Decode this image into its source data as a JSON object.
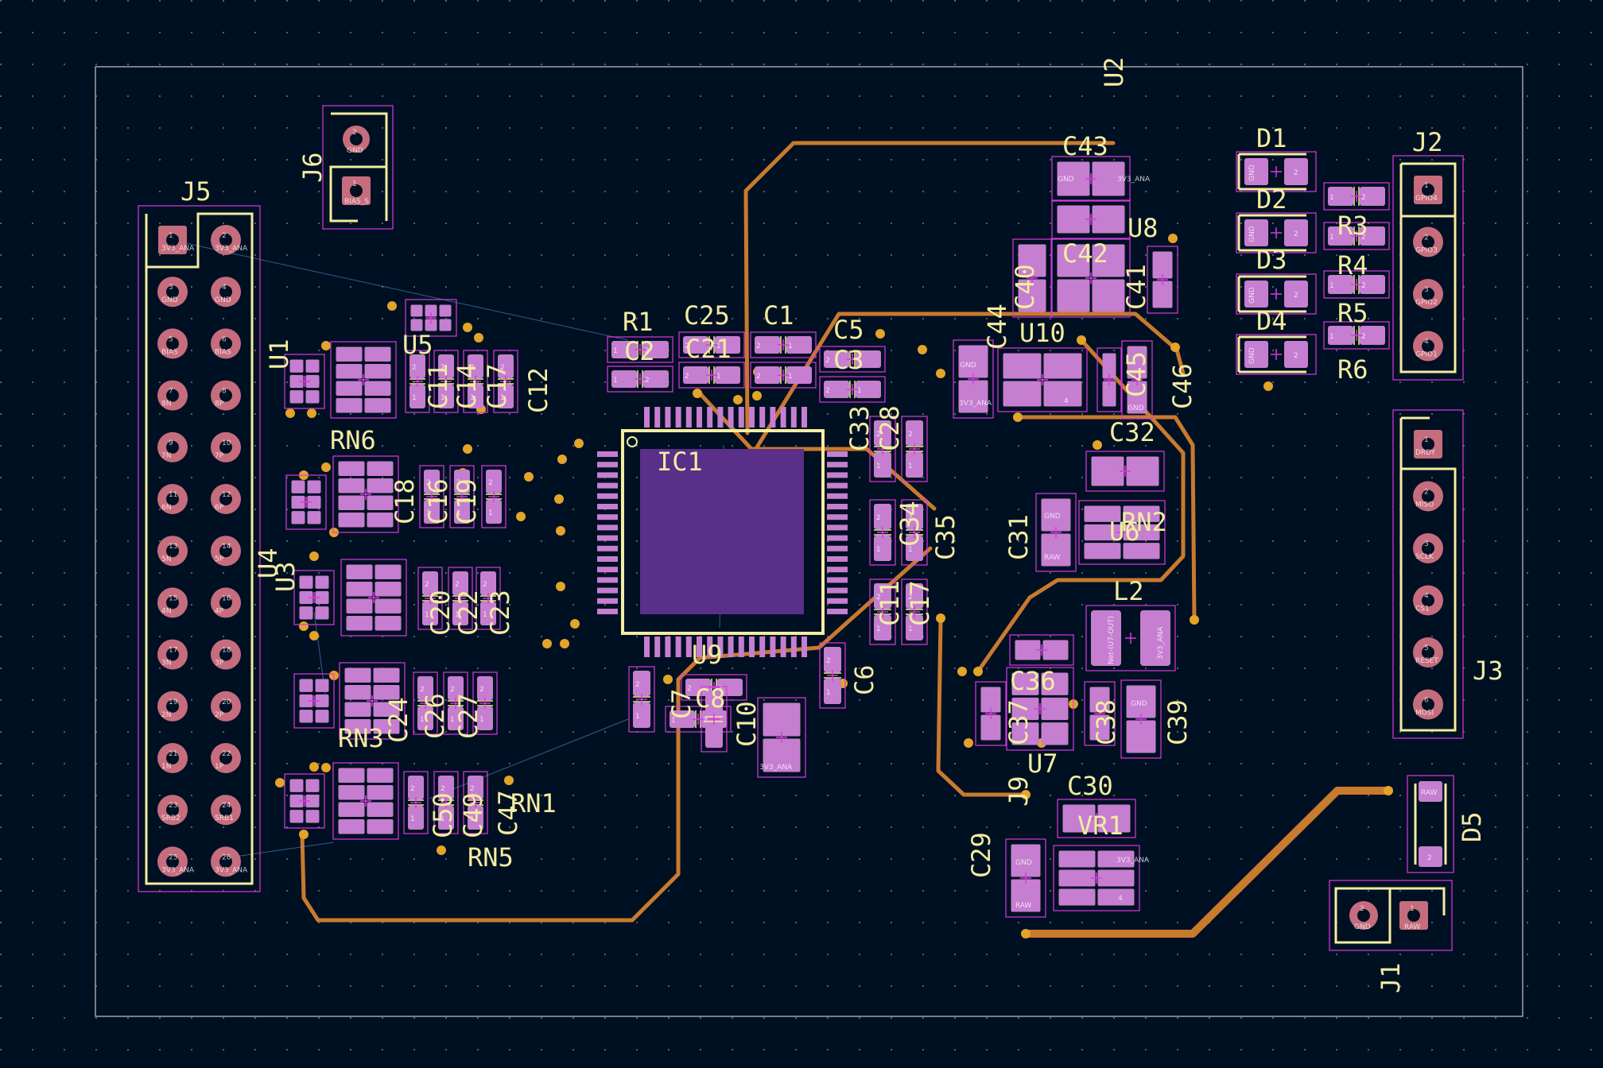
{
  "colors": {
    "background": "#001023",
    "silkscreen": "#f2eda1",
    "courtyard": "#d838e0",
    "pad": "#c67ed0",
    "tht_pad": "#c66d7d",
    "copper_trace": "#c97a2d",
    "via": "#e3a42a"
  },
  "icons": {
    "cross": "component-origin-cross",
    "pin1": "pin1-marker"
  },
  "components": {
    "J5": {
      "ref": "J5",
      "pins": [
        "1",
        "2",
        "3",
        "4",
        "5",
        "6",
        "7",
        "8",
        "9",
        "10",
        "11",
        "12",
        "13",
        "14",
        "15",
        "16",
        "17",
        "18",
        "19",
        "20",
        "21",
        "22",
        "23",
        "24",
        "25",
        "26"
      ],
      "nets": [
        "3V3_ANA",
        "3V3_ANA",
        "GND",
        "GND",
        "BIAS",
        "BIAS",
        "8N",
        "8P",
        "7N",
        "7P",
        "6N",
        "6P",
        "5N",
        "5P",
        "4N",
        "4P",
        "3N",
        "3P",
        "2N",
        "2P",
        "1N",
        "1P",
        "SRB2",
        "SRB1",
        "3V3_ANA",
        "3V3_ANA"
      ]
    },
    "J6": {
      "ref": "J6",
      "pins": [
        "2",
        "1"
      ],
      "nets": [
        "GND",
        "BIAS_S"
      ]
    },
    "J2": {
      "ref": "J2",
      "pins": [
        "1",
        "2",
        "3",
        "4"
      ],
      "nets": [
        "GPIO4",
        "GPIO3",
        "GPIO2",
        "GPIO1"
      ]
    },
    "J3": {
      "ref": "J3",
      "pins": [
        "1",
        "2",
        "3",
        "4",
        "5",
        "6"
      ],
      "nets": [
        "DRDY",
        "MISO",
        "SCLK",
        "CS1",
        "RESET",
        "MOSI"
      ]
    },
    "J1": {
      "ref": "J1",
      "pins": [
        "2",
        "1"
      ],
      "nets": [
        "GND",
        "RAW"
      ]
    },
    "D5": {
      "ref": "D5",
      "pins": [
        "1",
        "2"
      ],
      "nets": [
        "RAW",
        ""
      ]
    },
    "IC1": {
      "ref": "IC1"
    },
    "U2": {
      "ref": "U2"
    },
    "U1": {
      "ref": "U1"
    },
    "U3": {
      "ref": "U3"
    },
    "U4": {
      "ref": "U4"
    },
    "U5": {
      "ref": "U5"
    },
    "U6": {
      "ref": "U6"
    },
    "U7": {
      "ref": "U7"
    },
    "U8": {
      "ref": "U8"
    },
    "U9": {
      "ref": "U9"
    },
    "U10": {
      "ref": "U10"
    },
    "VR1": {
      "ref": "VR1"
    },
    "L2": {
      "ref": "L2",
      "nets": [
        "Net-(U7-OUT)",
        "3V3_ANA"
      ]
    },
    "RN1": {
      "ref": "RN1"
    },
    "RN2": {
      "ref": "RN2"
    },
    "RN5": {
      "ref": "RN5"
    },
    "RN5b": {
      "ref": "RN5"
    },
    "RN6": {
      "ref": "RN6"
    },
    "D1": {
      "ref": "D1"
    },
    "D2": {
      "ref": "D2"
    },
    "D3": {
      "ref": "D3"
    },
    "D4": {
      "ref": "D4"
    },
    "R1": {
      "ref": "R1"
    },
    "R3": {
      "ref": "R3"
    },
    "R4": {
      "ref": "R4"
    },
    "R5": {
      "ref": "R5"
    },
    "R6": {
      "ref": "R6"
    },
    "C1": {
      "ref": "C1"
    },
    "C2": {
      "ref": "C2"
    },
    "C3": {
      "ref": "C3"
    },
    "C5": {
      "ref": "C5"
    },
    "C6": {
      "ref": "C6"
    },
    "C7": {
      "ref": "C7"
    },
    "C8": {
      "ref": "C8"
    },
    "C10": {
      "ref": "C10"
    },
    "C11": {
      "ref": "C11"
    },
    "C12": {
      "ref": "C12"
    },
    "C14": {
      "ref": "C14"
    },
    "C16": {
      "ref": "C16"
    },
    "C17": {
      "ref": "C17"
    },
    "C18": {
      "ref": "C18"
    },
    "C19": {
      "ref": "C19"
    },
    "C20": {
      "ref": "C20"
    },
    "C21": {
      "ref": "C21"
    },
    "C22": {
      "ref": "C22"
    },
    "C23": {
      "ref": "C23"
    },
    "C24": {
      "ref": "C24"
    },
    "C25": {
      "ref": "C25"
    },
    "C26": {
      "ref": "C26"
    },
    "C27": {
      "ref": "C27"
    },
    "C28": {
      "ref": "C28"
    },
    "C29": {
      "ref": "C29"
    },
    "C30": {
      "ref": "C30"
    },
    "C31": {
      "ref": "C31"
    },
    "C32": {
      "ref": "C32"
    },
    "C33": {
      "ref": "C33"
    },
    "C34": {
      "ref": "C34"
    },
    "C35": {
      "ref": "C35"
    },
    "C36": {
      "ref": "C36"
    },
    "C37": {
      "ref": "C37"
    },
    "C38": {
      "ref": "C38"
    },
    "C39": {
      "ref": "C39"
    },
    "C40": {
      "ref": "C40"
    },
    "C41": {
      "ref": "C41"
    },
    "C42": {
      "ref": "C42"
    },
    "C43": {
      "ref": "C43"
    },
    "C44": {
      "ref": "C44"
    },
    "C45": {
      "ref": "C45"
    },
    "C46": {
      "ref": "C46"
    },
    "C47": {
      "ref": "C47"
    },
    "C49": {
      "ref": "C49"
    },
    "C50": {
      "ref": "C50"
    }
  },
  "pad_nets": {
    "gnd": "GND",
    "raw": "RAW",
    "v3": "3V3_ANA",
    "p1": "1",
    "p2": "2",
    "p4": "4"
  }
}
